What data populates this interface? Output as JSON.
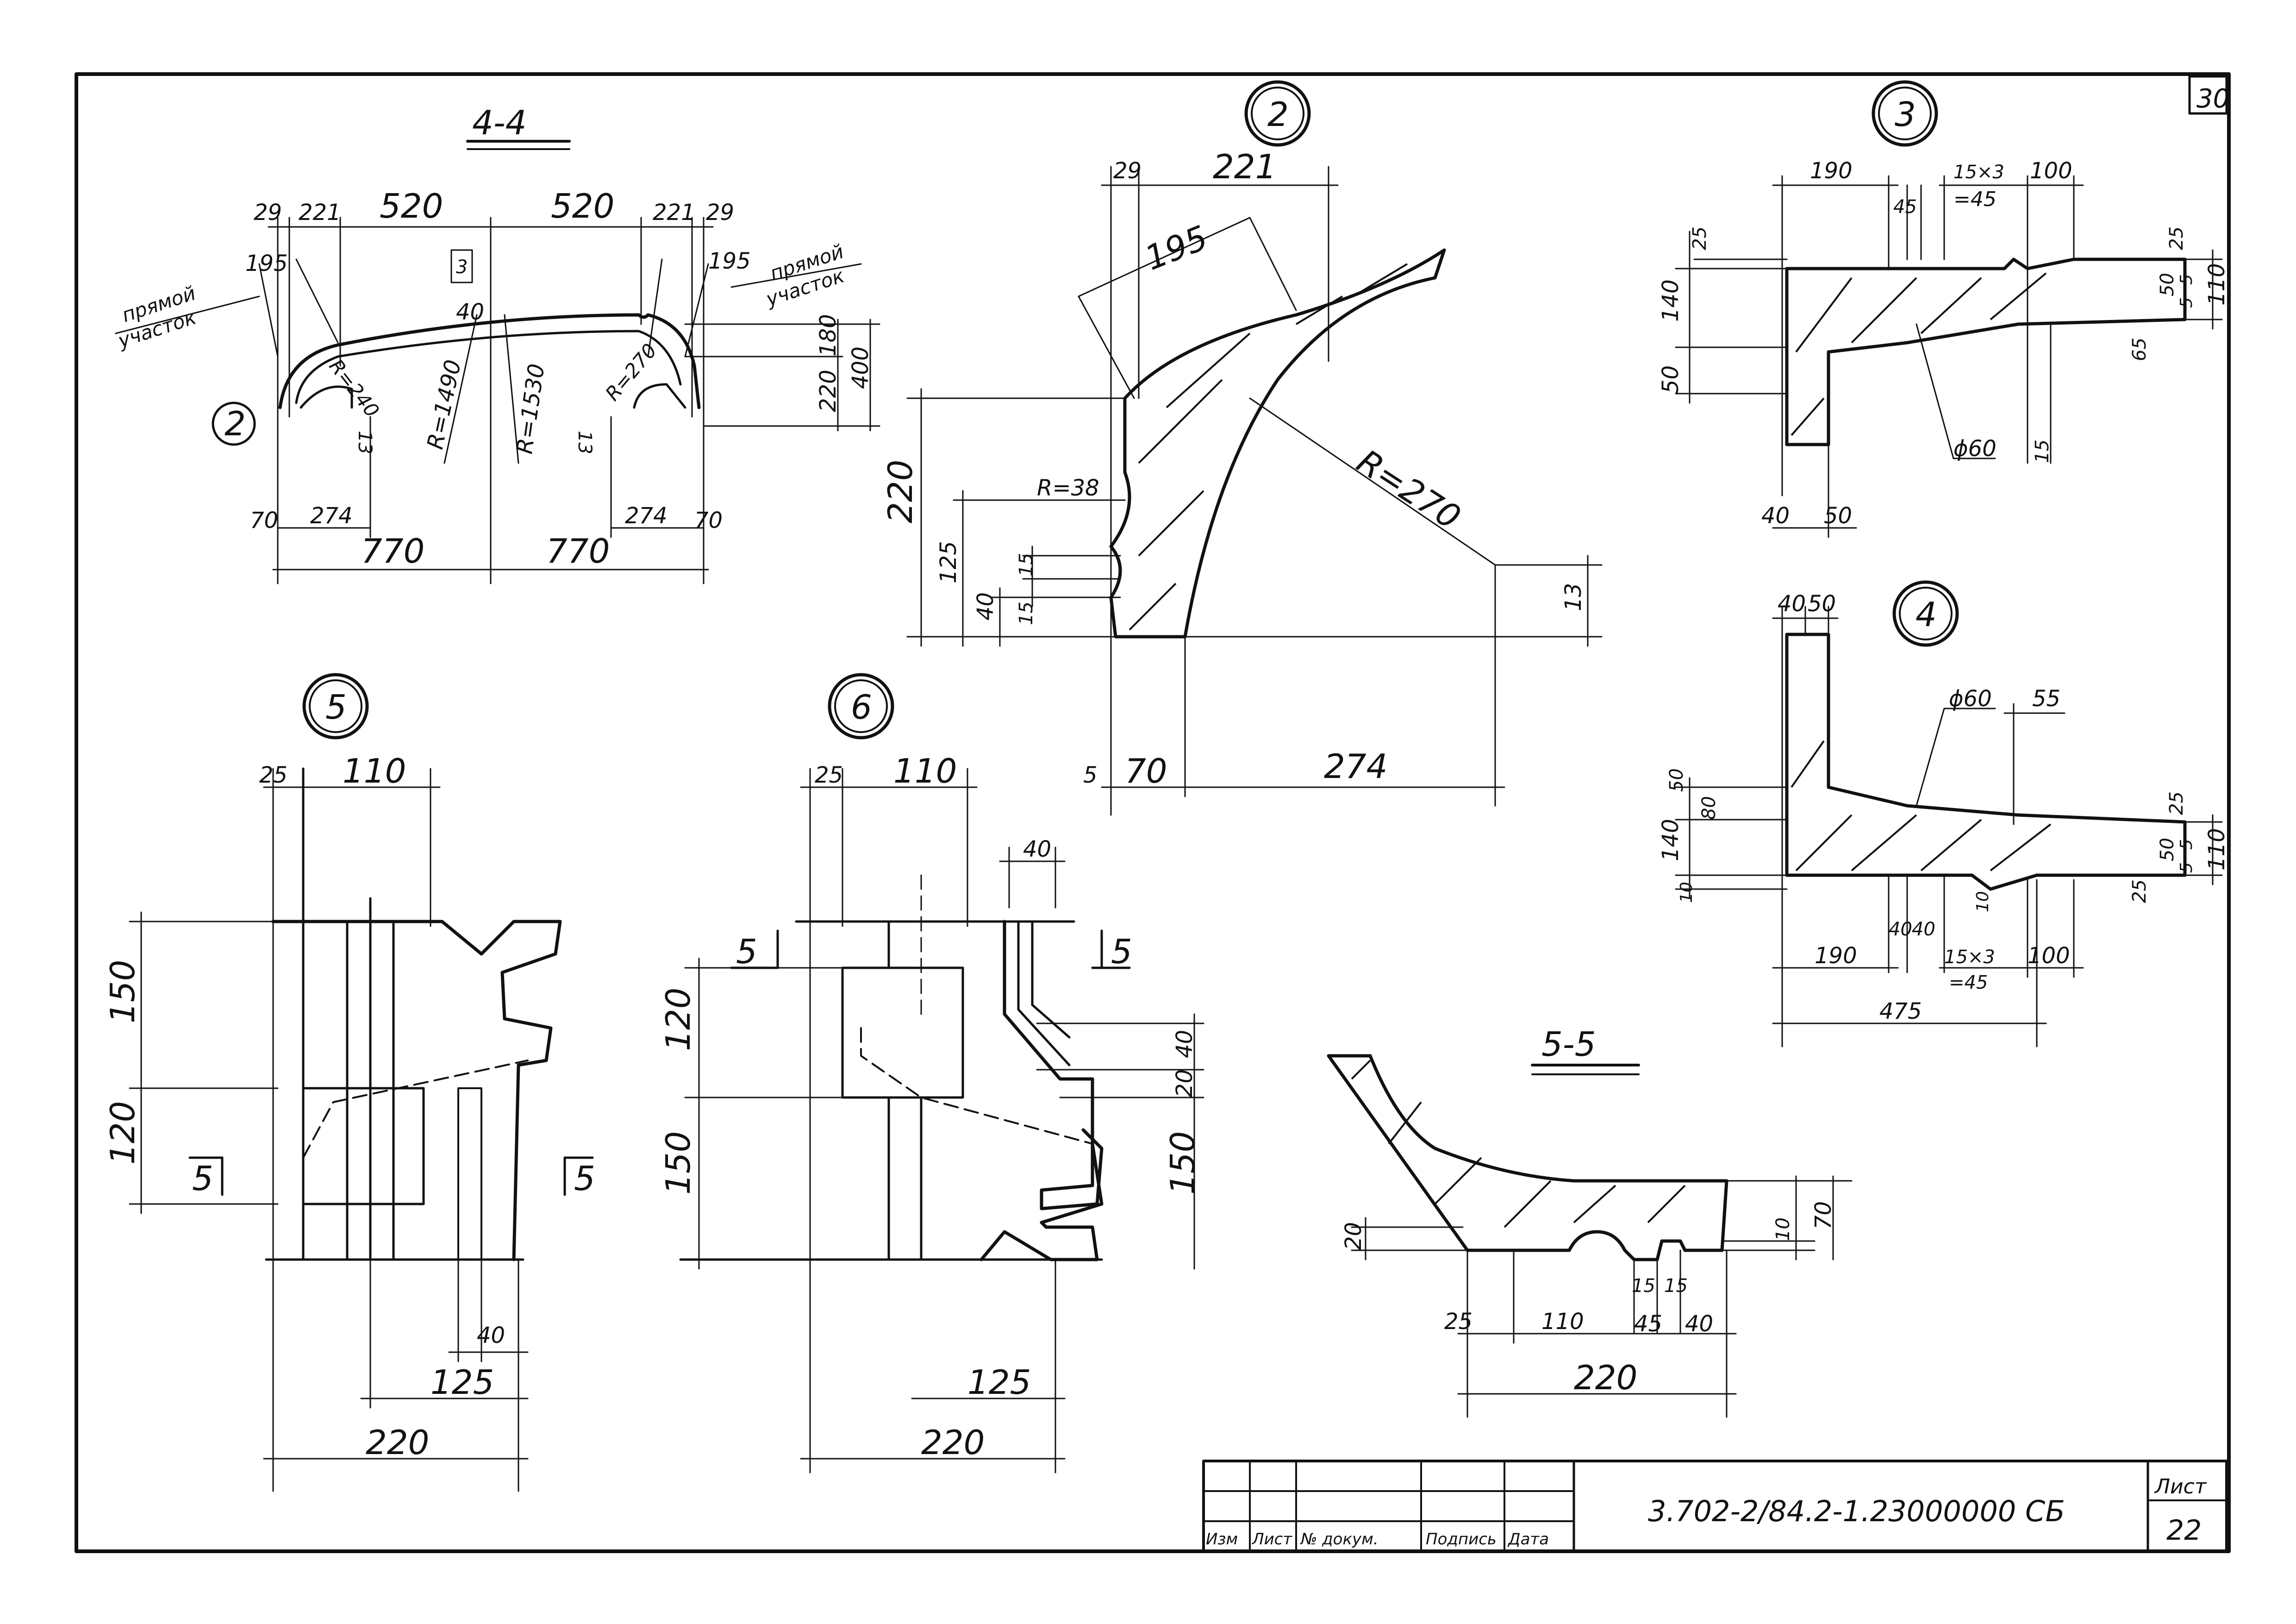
{
  "sheet": {
    "page_corner_number": "30",
    "code": "3.702-2/84.2-1.23000000 СБ",
    "sheet_label": "Лист",
    "sheet_number": "22",
    "stamp_cols": [
      "Изм",
      "Лист",
      "№ докум.",
      "Подпись",
      "Дата"
    ]
  },
  "section_44": {
    "title": "4-4",
    "straight_left": [
      "прямой",
      "участок"
    ],
    "straight_right": [
      "прямой",
      "участок"
    ],
    "callout": "2",
    "top_dims": [
      "29",
      "221",
      "520",
      "520",
      "221",
      "29"
    ],
    "d195_left": "195",
    "d195_right": "195",
    "d40": "40",
    "d3_boxed": "3",
    "d180": "180",
    "d220": "220",
    "d400": "400",
    "r240": "R=240",
    "r1490": "R=1490",
    "r1530": "R=1530",
    "r270": "R=270",
    "d13_left": "13",
    "d13_right": "13",
    "bottom_70_left": "70",
    "bottom_274_left": "274",
    "bottom_274_right": "274",
    "bottom_70_right": "70",
    "d770_left": "770",
    "d770_right": "770"
  },
  "detail_2": {
    "callout": "2",
    "d29": "29",
    "d221": "221",
    "d195": "195",
    "d220": "220",
    "d125": "125",
    "d40": "40",
    "d15a": "15",
    "d15b": "15",
    "r38": "R=38",
    "r270": "R=270",
    "d13": "13",
    "d5": "5",
    "d70": "70",
    "d274": "274"
  },
  "detail_3": {
    "callout": "3",
    "d190": "190",
    "d45": "45",
    "d15x3": "15×3",
    "d45b": "=45",
    "d100": "100",
    "d25a": "25",
    "d140": "140",
    "d50": "50",
    "d25b": "25",
    "d50r": "50",
    "d5a": "5",
    "d5b": "5",
    "d110": "110",
    "d65": "65",
    "phi60": "ϕ60",
    "d15": "15",
    "d40": "40",
    "d50b": "50"
  },
  "detail_4": {
    "callout": "4",
    "d40": "40",
    "d50": "50",
    "phi60": "ϕ60",
    "d55": "55",
    "d50l": "50",
    "d80": "80",
    "d140": "140",
    "d10": "10",
    "d25a": "25",
    "d50r": "50",
    "d5a": "5",
    "d5b": "5",
    "d110": "110",
    "d25b": "25",
    "d40b": "40",
    "d40c": "40",
    "d10b": "10",
    "d190": "190",
    "d15x3": "15×3",
    "d45": "=45",
    "d100": "100",
    "d475": "475"
  },
  "detail_5": {
    "callout": "5",
    "d25": "25",
    "d110": "110",
    "d150": "150",
    "d120": "120",
    "cut_left": "5",
    "cut_right": "5",
    "d40": "40",
    "d125": "125",
    "d220": "220"
  },
  "detail_6": {
    "callout": "6",
    "d25": "25",
    "d110": "110",
    "d40": "40",
    "cut_left": "5",
    "cut_right": "5",
    "d120": "120",
    "d150": "150",
    "d40r": "40",
    "d20": "20",
    "d150r": "150",
    "d125": "125",
    "d220": "220"
  },
  "section_55": {
    "title": "5-5",
    "d20": "20",
    "d10": "10",
    "d70": "70",
    "d15a": "15",
    "d15b": "15",
    "d25": "25",
    "d110": "110",
    "d45": "45",
    "d40": "40",
    "d220": "220"
  }
}
